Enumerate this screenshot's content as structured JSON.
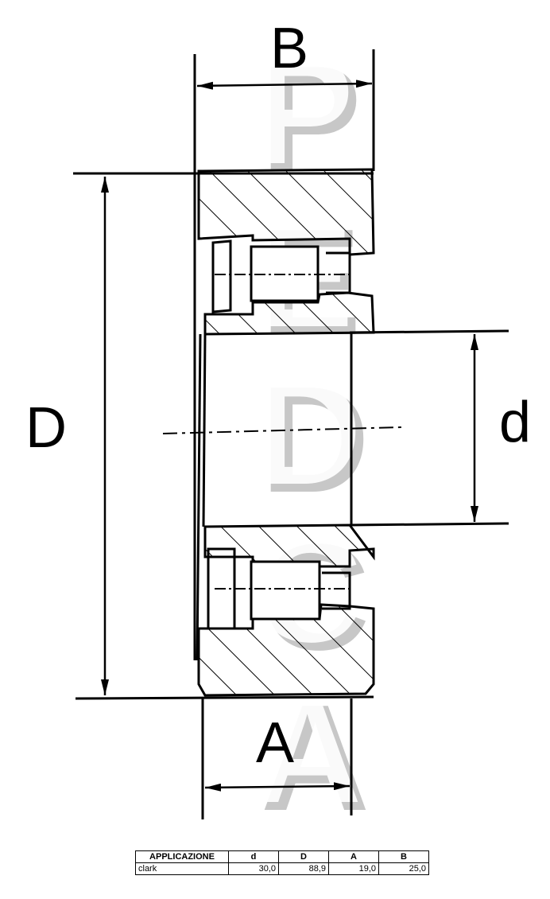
{
  "labels": {
    "B": "B",
    "D": "D",
    "d": "d",
    "A": "A"
  },
  "table": {
    "headers": [
      "APPLICAZIONE",
      "d",
      "D",
      "A",
      "B"
    ],
    "rows": [
      [
        "clark",
        "30,0",
        "88,9",
        "19,0",
        "25,0"
      ]
    ]
  }
}
